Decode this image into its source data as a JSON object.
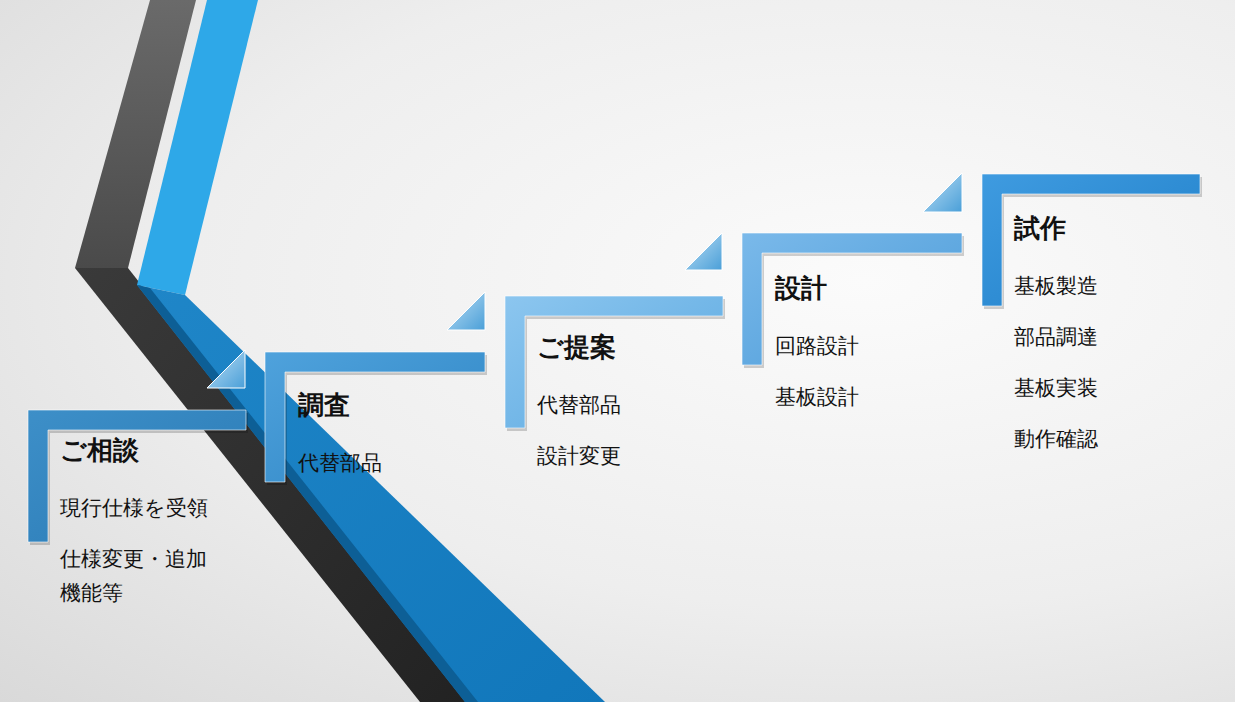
{
  "diagram": {
    "nodes": [
      {
        "text": [
          "ご相談",
          "現行仕様を受領",
          "仕様変更・追加 機能等"
        ]
      },
      {
        "text": [
          "調査",
          "代替部品"
        ]
      },
      {
        "text": [
          "ご提案",
          "代替部品",
          "設計変更"
        ]
      },
      {
        "text": [
          "設計",
          "回路設計",
          "基板設計"
        ]
      },
      {
        "text": [
          "試作",
          "基板製造",
          "部品調達",
          "基板実装",
          "動作確認"
        ]
      }
    ]
  }
}
